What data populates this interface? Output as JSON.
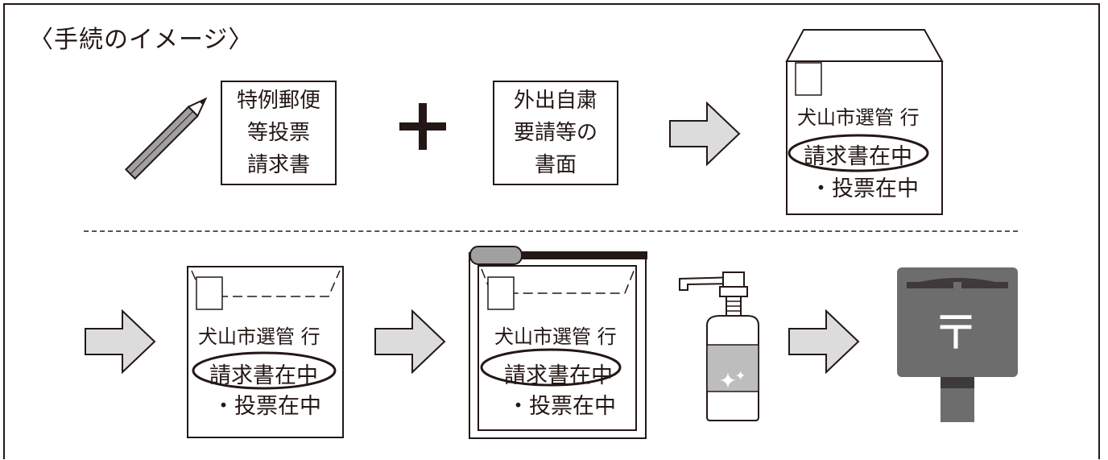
{
  "title": "〈手続のイメージ〉",
  "docs": {
    "request_form": "特例郵便\n等投票\n請求書",
    "stay_home_doc": "外出自粛\n要請等の\n書面"
  },
  "plus_symbol": "+",
  "envelope": {
    "address": "犬山市選管 行",
    "circled_text": "請求書在中",
    "sub_text": "・投票在中"
  },
  "postbox_mark": "〒",
  "icons": [
    "pencil-icon",
    "plus-icon",
    "arrow-right-icon",
    "envelope-icon",
    "zip-bag-icon",
    "sanitizer-bottle-icon",
    "post-box-icon",
    "sparkle-icon"
  ],
  "colors": {
    "ink": "#231815",
    "arrow_fill": "#dcdcdd",
    "postbox": "#6d6d6d",
    "postbox_dark": "#3e3a39",
    "bottle_label": "#bdbdbd",
    "pencil": "#a0a0a0"
  }
}
